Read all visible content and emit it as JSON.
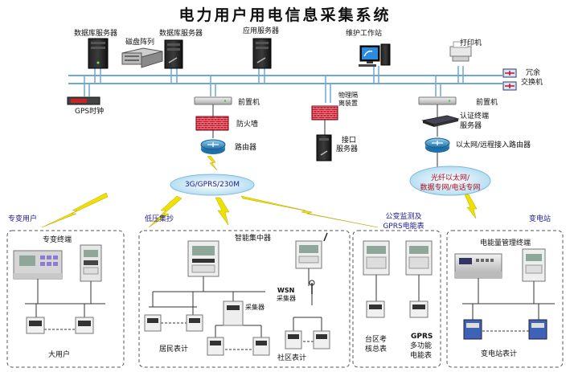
{
  "title": "电力用户用电信息采集系统",
  "top": {
    "db_server_1": "数据库服务器",
    "disk_array": "磁盘阵列",
    "db_server_2": "数据库服务器",
    "app_server": "应用服务器",
    "maint_station": "维护工作站",
    "printer": "打印机",
    "redundant_switch_1": "冗余",
    "redundant_switch_2": "交换机",
    "gps_clock": "GPS时钟",
    "front_end_1": "前置机",
    "front_end_2": "前置机",
    "phys_isolation_1": "物理隔",
    "phys_isolation_2": "离装置",
    "firewall": "防火墙",
    "router": "路由器",
    "interface_server_1": "接口",
    "interface_server_2": "服务器",
    "auth_terminal_1": "认证终端",
    "auth_terminal_2": "服务器",
    "ethernet_router": "以太网/远程接入路由器"
  },
  "clouds": {
    "wireless": "3G/GPRS/230M",
    "fiber_1": "光纤以太网/",
    "fiber_2": "数据专网/电话专网"
  },
  "groups": {
    "dedicated": "专变用户",
    "low_voltage": "低压集抄",
    "public_transformer_1": "公变监测及",
    "public_transformer_2": "GPRS电能表",
    "substation": "变电站"
  },
  "devices": {
    "dedicated_terminal": "专变终端",
    "large_user": "大用户",
    "concentrator": "智能集中器",
    "collector_1": "采集器",
    "collector_2": "采集器",
    "wsn_1": "WSN",
    "wsn_2": "采集器",
    "resident_meter": "居民表计",
    "community_meter": "社区表计",
    "area_meter_1": "台区考",
    "area_meter_2": "核总表",
    "gprs_meter_1": "GPRS",
    "gprs_meter_2": "多功能",
    "gprs_meter_3": "电能表",
    "energy_terminal": "电能量管理终端",
    "substation_meter": "变电站表计"
  }
}
